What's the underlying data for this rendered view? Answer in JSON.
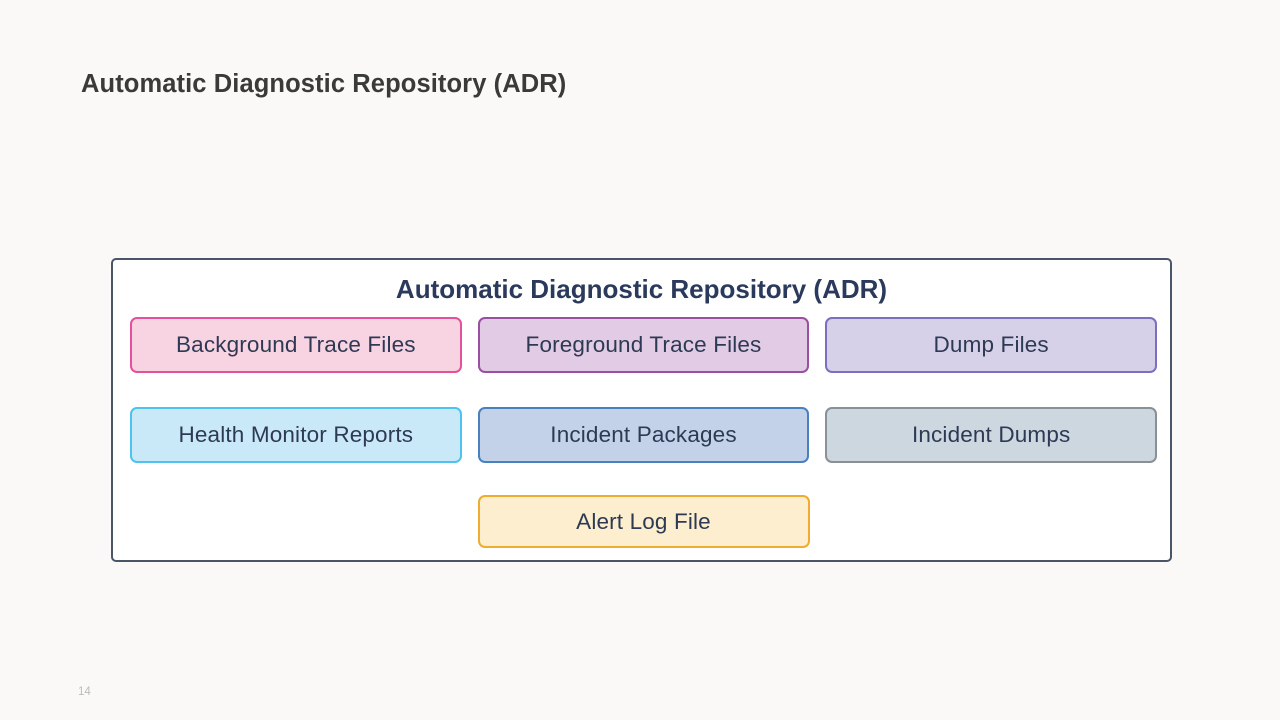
{
  "slide": {
    "title": "Automatic Diagnostic Repository (ADR)",
    "page_number": "14",
    "background_color": "#fbf9f7"
  },
  "diagram": {
    "title": "Automatic Diagnostic Repository (ADR)",
    "title_color": "#2b3a5c",
    "border_color": "#4a5568",
    "fill_color": "#ffffff",
    "rows": [
      {
        "nodes": [
          {
            "label": "Background Trace Files",
            "fill": "#f8d3e2",
            "border": "#e5509b",
            "text": "#2e3a54"
          },
          {
            "label": "Foreground Trace Files",
            "fill": "#e2cbe4",
            "border": "#9b4fa0",
            "text": "#2e3a54"
          },
          {
            "label": "Dump Files",
            "fill": "#d6d1e8",
            "border": "#7b6fbe",
            "text": "#2e3a54"
          }
        ]
      },
      {
        "nodes": [
          {
            "label": "Health Monitor Reports",
            "fill": "#c9e9f8",
            "border": "#4ec3ef",
            "text": "#2e3a54"
          },
          {
            "label": "Incident Packages",
            "fill": "#c3d2e8",
            "border": "#4881bd",
            "text": "#2e3a54"
          },
          {
            "label": "Incident Dumps",
            "fill": "#ccd7e0",
            "border": "#8a9096",
            "text": "#2e3a54"
          }
        ]
      },
      {
        "nodes": [
          {
            "label": "Alert Log File",
            "fill": "#fceece",
            "border": "#f0ab31",
            "text": "#2e3a54"
          }
        ]
      }
    ]
  }
}
